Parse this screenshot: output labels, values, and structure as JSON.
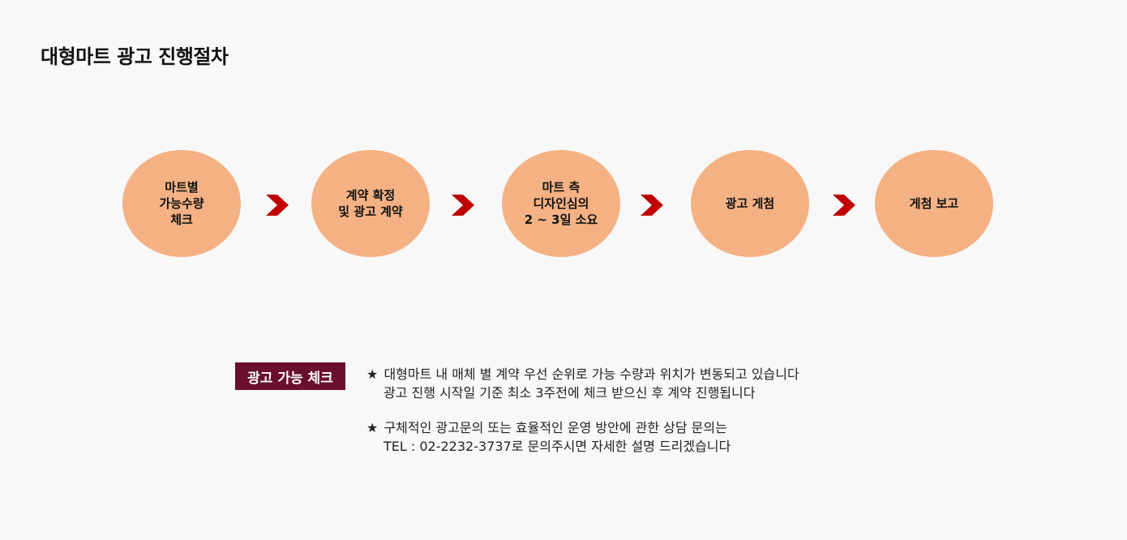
{
  "page": {
    "title": "대형마트 광고 진행절차"
  },
  "steps": [
    {
      "label": "마트별\n가능수량\n체크"
    },
    {
      "label": "계약 확정\n및 광고 계약"
    },
    {
      "label": "마트 측\n디자인심의\n2 ~ 3일 소요"
    },
    {
      "label": "광고 게첨"
    },
    {
      "label": "게첨 보고"
    }
  ],
  "colors": {
    "step_fill": "#f4b183",
    "arrow": "#c00000",
    "badge_bg": "#6a0f2f",
    "background": "#f8f8f8"
  },
  "badge": {
    "label": "광고 가능 체크"
  },
  "notes": [
    {
      "marker": "★",
      "line1": "대형마트 내 매체 별 계약 우선 순위로 가능 수량과 위치가 변동되고 있습니다",
      "line2": "광고 진행 시작일 기준 최소 3주전에 체크 받으신 후 계약 진행됩니다"
    },
    {
      "marker": "★",
      "line1": "구체적인 광고문의 또는 효율적인 운영 방안에 관한 상담 문의는",
      "line2": "TEL : 02-2232-3737로 문의주시면 자세한 설명 드리겠습니다"
    }
  ]
}
